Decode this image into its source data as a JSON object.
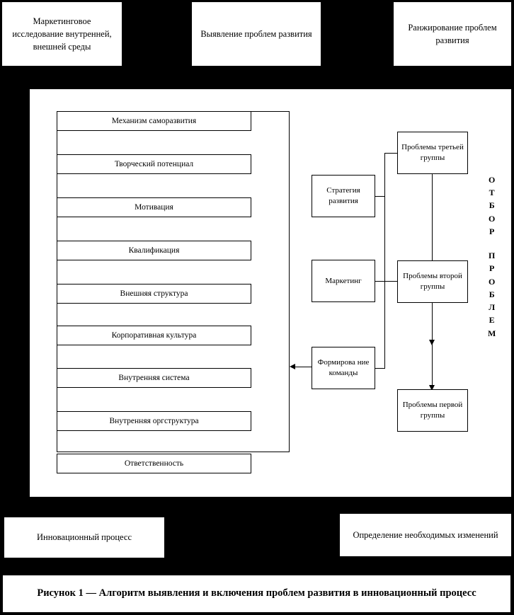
{
  "figure": {
    "caption": "Рисунок 1 — Алгоритм выявления и включения проблем развития в инновационный процесс",
    "background_color": "#000000",
    "panel_color": "#ffffff",
    "line_color": "#000000"
  },
  "top_banners": [
    {
      "label": "Маркетинговое исследование внутренней, внешней среды"
    },
    {
      "label": "Выявление проблем развития"
    },
    {
      "label": "Ранжирование проблем развития"
    }
  ],
  "factor_list": [
    {
      "label": "Механизм саморазвития"
    },
    {
      "label": "Творческий потенциал"
    },
    {
      "label": "Мотивация"
    },
    {
      "label": "Квалификация"
    },
    {
      "label": "Внешняя структура"
    },
    {
      "label": "Корпоративная культура"
    },
    {
      "label": "Внутренняя система"
    },
    {
      "label": "Внутренняя оргструктура"
    },
    {
      "label": "Ответственность"
    }
  ],
  "process_nodes": [
    {
      "label": "Стратегия развития"
    },
    {
      "label": "Маркетинг"
    },
    {
      "label": "Формирова ние команды"
    }
  ],
  "problem_groups": [
    {
      "label": "Проблемы третьей группы"
    },
    {
      "label": "Проблемы второй группы"
    },
    {
      "label": "Проблемы первой группы"
    }
  ],
  "vertical_label": {
    "word_one": "ОТБОР",
    "word_two": "ПРОБЛЕМ",
    "letters_one": [
      "О",
      "Т",
      "Б",
      "О",
      "Р"
    ],
    "letters_two": [
      "П",
      "Р",
      "О",
      "Б",
      "Л",
      "Е",
      "М"
    ]
  },
  "bottom_banners": [
    {
      "label": "Инновационный процесс"
    },
    {
      "label": "Определение необходимых изменений"
    }
  ]
}
